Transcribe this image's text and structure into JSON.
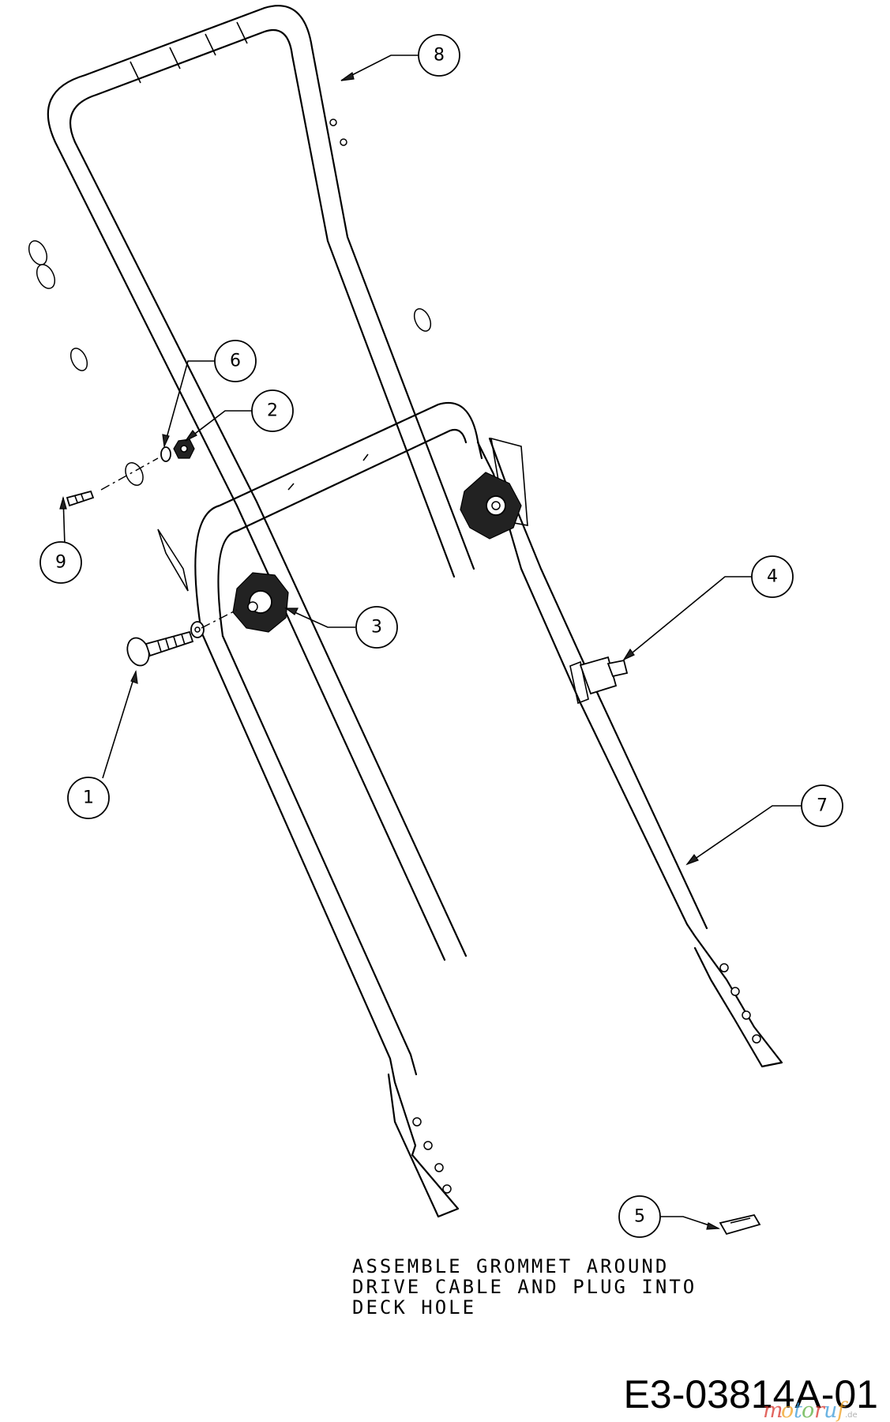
{
  "callouts": [
    {
      "id": "c1",
      "number": "1"
    },
    {
      "id": "c2",
      "number": "2"
    },
    {
      "id": "c3",
      "number": "3"
    },
    {
      "id": "c4",
      "number": "4"
    },
    {
      "id": "c5",
      "number": "5"
    },
    {
      "id": "c6",
      "number": "6"
    },
    {
      "id": "c7",
      "number": "7"
    },
    {
      "id": "c8",
      "number": "8"
    },
    {
      "id": "c9",
      "number": "9"
    }
  ],
  "note": {
    "line1": "ASSEMBLE GROMMET AROUND",
    "line2": "DRIVE CABLE AND PLUG INTO",
    "line3": "DECK HOLE"
  },
  "diagram_code": "E3-03814A-01",
  "watermark": {
    "text": "motoruf",
    "suffix": ".de",
    "colors": [
      "#d9342b",
      "#f0a020",
      "#3a9ad9",
      "#5bb040"
    ]
  }
}
